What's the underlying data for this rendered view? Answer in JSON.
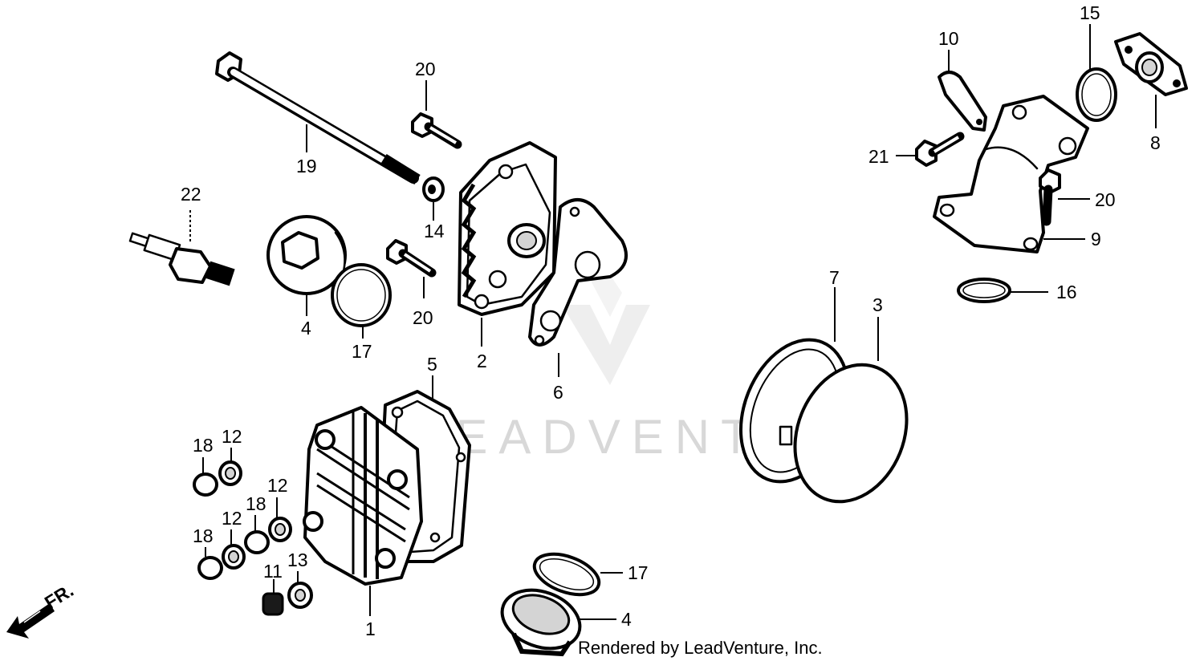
{
  "watermark": "LEADVENTURE",
  "credit": "Rendered by LeadVenture, Inc.",
  "front_indicator": "FR.",
  "callouts": [
    "1",
    "2",
    "3",
    "4",
    "4",
    "5",
    "6",
    "7",
    "8",
    "9",
    "10",
    "11",
    "12",
    "12",
    "12",
    "13",
    "14",
    "15",
    "16",
    "17",
    "17",
    "18",
    "18",
    "18",
    "19",
    "20",
    "20",
    "20",
    "21",
    "22"
  ]
}
